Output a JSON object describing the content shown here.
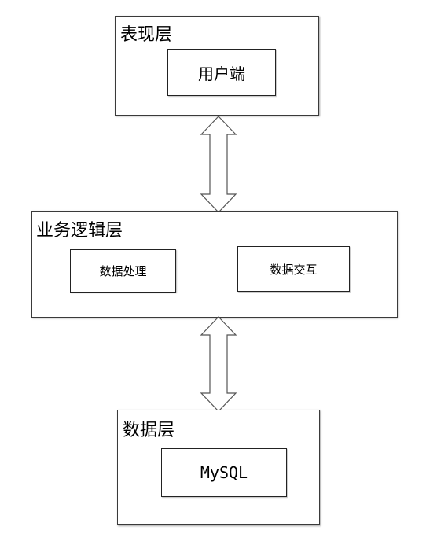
{
  "presentation_layer": {
    "title": "表现层",
    "client_label": "用户端"
  },
  "business_layer": {
    "title": "业务逻辑层",
    "data_processing_label": "数据处理",
    "data_interaction_label": "数据交互"
  },
  "data_layer": {
    "title": "数据层",
    "database_label": "MySQL"
  },
  "colors": {
    "border": "#3a3a3a",
    "arrow_fill": "#ffffff",
    "arrow_stroke": "#555555"
  }
}
